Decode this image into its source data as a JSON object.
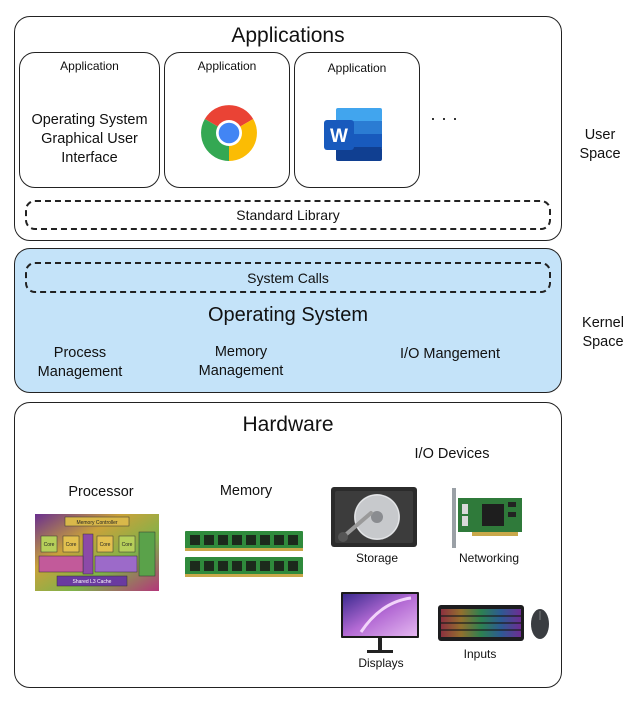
{
  "user_space": {
    "title": "Applications",
    "apps": [
      {
        "header": "Application",
        "content": "Operating System Graphical User Interface"
      },
      {
        "header": "Application",
        "content": ""
      },
      {
        "header": "Application",
        "content": ""
      }
    ],
    "ellipsis": "· · ·",
    "standard_library": "Standard Library",
    "side_label": "User\nSpace"
  },
  "kernel_space": {
    "system_calls": "System Calls",
    "title": "Operating System",
    "modules": [
      "Process\nManagement",
      "Memory\nManagement",
      "I/O Mangement"
    ],
    "side_label": "Kernel\nSpace",
    "fill_color": "#c4e3f9"
  },
  "hardware": {
    "title": "Hardware",
    "processor": "Processor",
    "memory": "Memory",
    "io_title": "I/O Devices",
    "devices": [
      "Storage",
      "Networking",
      "Displays",
      "Inputs"
    ],
    "cpu_die_labels": [
      "Memory Controller",
      "Core",
      "Core",
      "Core",
      "Core",
      "Shared L3 Cache"
    ]
  }
}
